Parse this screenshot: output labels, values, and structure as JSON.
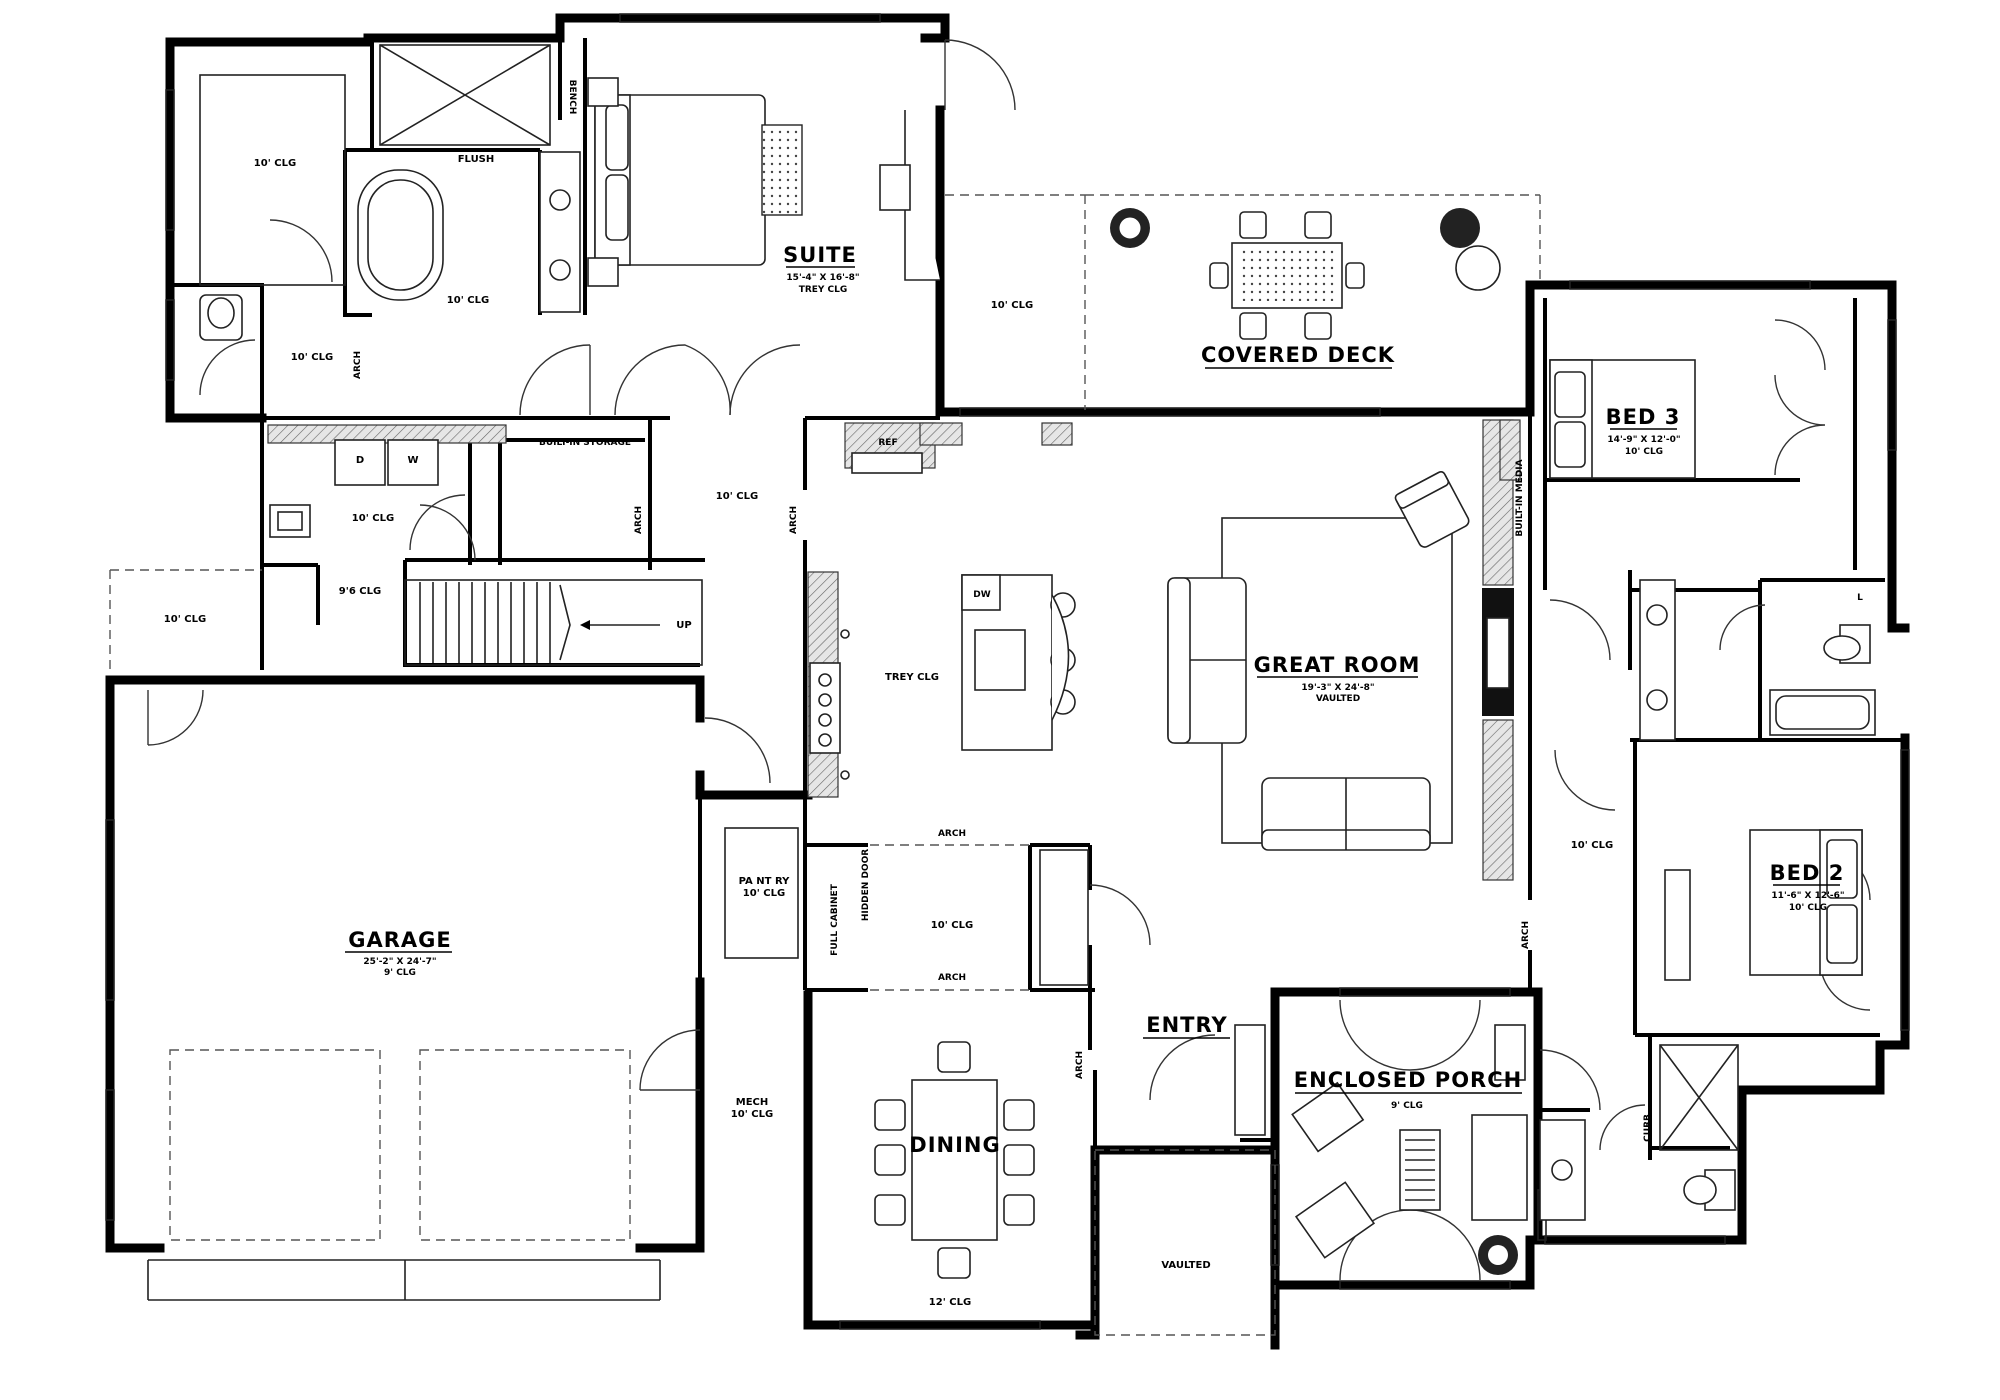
{
  "rooms": {
    "suite": {
      "name": "SUITE",
      "dims": "15'-4\" X 16'-8\"",
      "ceiling": "TREY CLG"
    },
    "covered_deck": {
      "name": "COVERED DECK"
    },
    "bed3": {
      "name": "BED 3",
      "dims": "14'-9\" X 12'-0\"",
      "ceiling": "10' CLG"
    },
    "great_room": {
      "name": "GREAT ROOM",
      "dims": "19'-3\" X 24'-8\"",
      "ceiling": "VAULTED"
    },
    "bed2": {
      "name": "BED 2",
      "dims": "11'-6\" X 12'-6\"",
      "ceiling": "10' CLG"
    },
    "garage": {
      "name": "GARAGE",
      "dims": "25'-2\" X 24'-7\"",
      "ceiling": "9' CLG"
    },
    "entry": {
      "name": "ENTRY"
    },
    "enclosed_porch": {
      "name": "ENCLOSED PORCH",
      "ceiling": "9' CLG"
    },
    "dining": {
      "name": "DINING",
      "ceiling": "12' CLG"
    }
  },
  "notes": {
    "closet_clg": "10' CLG",
    "flush": "FLUSH",
    "bench": "BENCH",
    "bath_clg": "10' CLG",
    "wc_clg": "10' CLG",
    "arch": "ARCH",
    "deck_clg": "10' CLG",
    "built_in_storage": "BUILT-IN STORAGE",
    "hall_clg": "10' CLG",
    "ref": "REF",
    "built_in_media": "BUILT-IN MEDIA",
    "dryer": "D",
    "washer": "W",
    "laundry_clg": "10' CLG",
    "nine_six_clg": "9'6 CLG",
    "mudroom_clg": "10' CLG",
    "up": "UP",
    "dw": "DW",
    "trey_clg": "TREY CLG",
    "linen": "L",
    "pantry": "PA NT RY",
    "pantry_clg": "10' CLG",
    "full_cabinet": "FULL CABINET",
    "hidden_door": "HIDDEN DOOR",
    "butler_clg": "10' CLG",
    "bed_hall_clg": "10' CLG",
    "mech": "MECH",
    "mech_clg": "10' CLG",
    "vaulted": "VAULTED",
    "curb": "CURB"
  },
  "colors": {
    "wall": "#000000",
    "background": "#ffffff",
    "fixture_line": "#222222"
  }
}
